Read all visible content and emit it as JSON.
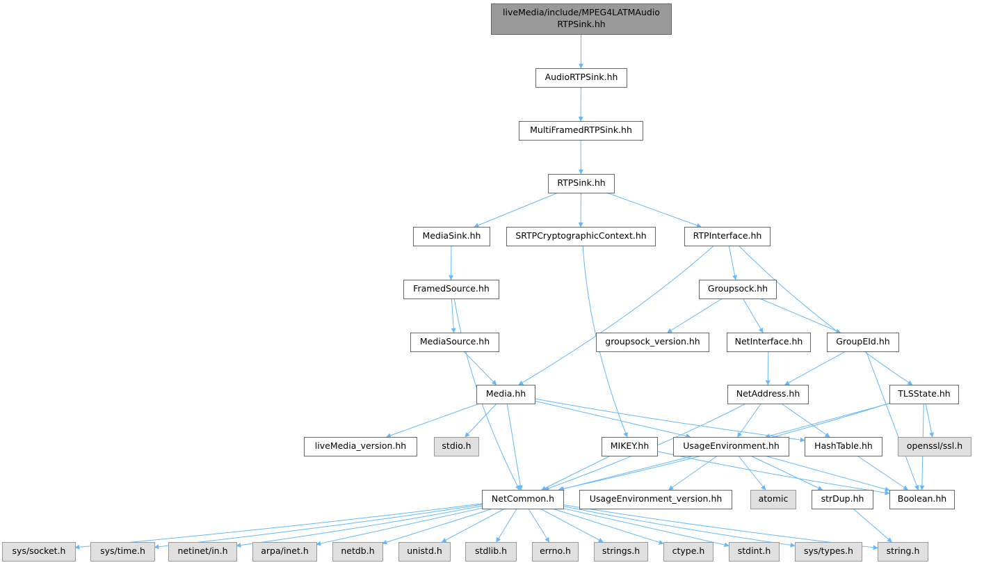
{
  "colors": {
    "edge": "#63b8ff",
    "node_border": "#666666",
    "node_fill": "#ffffff",
    "root_fill": "#999999",
    "system_fill": "#e0e0e0",
    "system_border": "#999999"
  },
  "nodes": [
    {
      "id": "root",
      "lines": [
        "liveMedia/include/MPEG4LATMAudio",
        "RTPSink.hh"
      ],
      "kind": "root"
    },
    {
      "id": "audiortpsink",
      "lines": [
        "AudioRTPSink.hh"
      ],
      "kind": "normal"
    },
    {
      "id": "multiframed",
      "lines": [
        "MultiFramedRTPSink.hh"
      ],
      "kind": "normal"
    },
    {
      "id": "rtpsink",
      "lines": [
        "RTPSink.hh"
      ],
      "kind": "normal"
    },
    {
      "id": "mediasink",
      "lines": [
        "MediaSink.hh"
      ],
      "kind": "normal"
    },
    {
      "id": "srtp",
      "lines": [
        "SRTPCryptographicContext.hh"
      ],
      "kind": "normal"
    },
    {
      "id": "rtpinterface",
      "lines": [
        "RTPInterface.hh"
      ],
      "kind": "normal"
    },
    {
      "id": "framedsource",
      "lines": [
        "FramedSource.hh"
      ],
      "kind": "normal"
    },
    {
      "id": "groupsock",
      "lines": [
        "Groupsock.hh"
      ],
      "kind": "normal"
    },
    {
      "id": "mediasource",
      "lines": [
        "MediaSource.hh"
      ],
      "kind": "normal"
    },
    {
      "id": "groupsockver",
      "lines": [
        "groupsock_version.hh"
      ],
      "kind": "normal"
    },
    {
      "id": "netinterface",
      "lines": [
        "NetInterface.hh"
      ],
      "kind": "normal"
    },
    {
      "id": "groupeid",
      "lines": [
        "GroupEId.hh"
      ],
      "kind": "normal"
    },
    {
      "id": "media",
      "lines": [
        "Media.hh"
      ],
      "kind": "normal"
    },
    {
      "id": "netaddress",
      "lines": [
        "NetAddress.hh"
      ],
      "kind": "normal"
    },
    {
      "id": "tlsstate",
      "lines": [
        "TLSState.hh"
      ],
      "kind": "normal"
    },
    {
      "id": "livemediaver",
      "lines": [
        "liveMedia_version.hh"
      ],
      "kind": "normal"
    },
    {
      "id": "stdio",
      "lines": [
        "stdio.h"
      ],
      "kind": "system"
    },
    {
      "id": "mikey",
      "lines": [
        "MIKEY.hh"
      ],
      "kind": "normal"
    },
    {
      "id": "usageenv",
      "lines": [
        "UsageEnvironment.hh"
      ],
      "kind": "normal"
    },
    {
      "id": "hashtable",
      "lines": [
        "HashTable.hh"
      ],
      "kind": "normal"
    },
    {
      "id": "openssl",
      "lines": [
        "openssl/ssl.h"
      ],
      "kind": "system"
    },
    {
      "id": "netcommon",
      "lines": [
        "NetCommon.h"
      ],
      "kind": "normal"
    },
    {
      "id": "usageenvver",
      "lines": [
        "UsageEnvironment_version.hh"
      ],
      "kind": "normal"
    },
    {
      "id": "atomic",
      "lines": [
        "atomic"
      ],
      "kind": "system"
    },
    {
      "id": "strdup",
      "lines": [
        "strDup.hh"
      ],
      "kind": "normal"
    },
    {
      "id": "boolean",
      "lines": [
        "Boolean.hh"
      ],
      "kind": "normal"
    },
    {
      "id": "syssocket",
      "lines": [
        "sys/socket.h"
      ],
      "kind": "system"
    },
    {
      "id": "systime",
      "lines": [
        "sys/time.h"
      ],
      "kind": "system"
    },
    {
      "id": "netinetin",
      "lines": [
        "netinet/in.h"
      ],
      "kind": "system"
    },
    {
      "id": "arpainet",
      "lines": [
        "arpa/inet.h"
      ],
      "kind": "system"
    },
    {
      "id": "netdb",
      "lines": [
        "netdb.h"
      ],
      "kind": "system"
    },
    {
      "id": "unistd",
      "lines": [
        "unistd.h"
      ],
      "kind": "system"
    },
    {
      "id": "stdlib",
      "lines": [
        "stdlib.h"
      ],
      "kind": "system"
    },
    {
      "id": "errno",
      "lines": [
        "errno.h"
      ],
      "kind": "system"
    },
    {
      "id": "strings",
      "lines": [
        "strings.h"
      ],
      "kind": "system"
    },
    {
      "id": "ctype",
      "lines": [
        "ctype.h"
      ],
      "kind": "system"
    },
    {
      "id": "stdint",
      "lines": [
        "stdint.h"
      ],
      "kind": "system"
    },
    {
      "id": "systypes",
      "lines": [
        "sys/types.h"
      ],
      "kind": "system"
    },
    {
      "id": "string",
      "lines": [
        "string.h"
      ],
      "kind": "system"
    }
  ],
  "edges": [
    [
      "root",
      "audiortpsink"
    ],
    [
      "audiortpsink",
      "multiframed"
    ],
    [
      "multiframed",
      "rtpsink"
    ],
    [
      "rtpsink",
      "mediasink"
    ],
    [
      "rtpsink",
      "srtp"
    ],
    [
      "rtpsink",
      "rtpinterface"
    ],
    [
      "mediasink",
      "framedsource"
    ],
    [
      "srtp",
      "mikey"
    ],
    [
      "rtpinterface",
      "media"
    ],
    [
      "rtpinterface",
      "groupsock"
    ],
    [
      "rtpinterface",
      "tlsstate"
    ],
    [
      "framedsource",
      "mediasource"
    ],
    [
      "framedsource",
      "netcommon"
    ],
    [
      "groupsock",
      "groupsockver"
    ],
    [
      "groupsock",
      "netinterface"
    ],
    [
      "groupsock",
      "groupeid"
    ],
    [
      "mediasource",
      "media"
    ],
    [
      "netinterface",
      "netaddress"
    ],
    [
      "groupeid",
      "netaddress"
    ],
    [
      "groupeid",
      "boolean"
    ],
    [
      "media",
      "livemediaver"
    ],
    [
      "media",
      "stdio"
    ],
    [
      "media",
      "netcommon"
    ],
    [
      "media",
      "usageenv"
    ],
    [
      "media",
      "hashtable"
    ],
    [
      "netaddress",
      "netcommon"
    ],
    [
      "netaddress",
      "usageenv"
    ],
    [
      "netaddress",
      "hashtable"
    ],
    [
      "tlsstate",
      "netcommon"
    ],
    [
      "tlsstate",
      "usageenv"
    ],
    [
      "tlsstate",
      "openssl"
    ],
    [
      "tlsstate",
      "boolean"
    ],
    [
      "mikey",
      "netcommon"
    ],
    [
      "mikey",
      "boolean"
    ],
    [
      "usageenv",
      "netcommon"
    ],
    [
      "usageenv",
      "usageenvver"
    ],
    [
      "usageenv",
      "atomic"
    ],
    [
      "usageenv",
      "strdup"
    ],
    [
      "usageenv",
      "boolean"
    ],
    [
      "hashtable",
      "boolean"
    ],
    [
      "strdup",
      "string"
    ],
    [
      "netcommon",
      "syssocket"
    ],
    [
      "netcommon",
      "systime"
    ],
    [
      "netcommon",
      "netinetin"
    ],
    [
      "netcommon",
      "arpainet"
    ],
    [
      "netcommon",
      "netdb"
    ],
    [
      "netcommon",
      "unistd"
    ],
    [
      "netcommon",
      "stdlib"
    ],
    [
      "netcommon",
      "errno"
    ],
    [
      "netcommon",
      "strings"
    ],
    [
      "netcommon",
      "ctype"
    ],
    [
      "netcommon",
      "stdint"
    ],
    [
      "netcommon",
      "systypes"
    ],
    [
      "netcommon",
      "string"
    ]
  ]
}
